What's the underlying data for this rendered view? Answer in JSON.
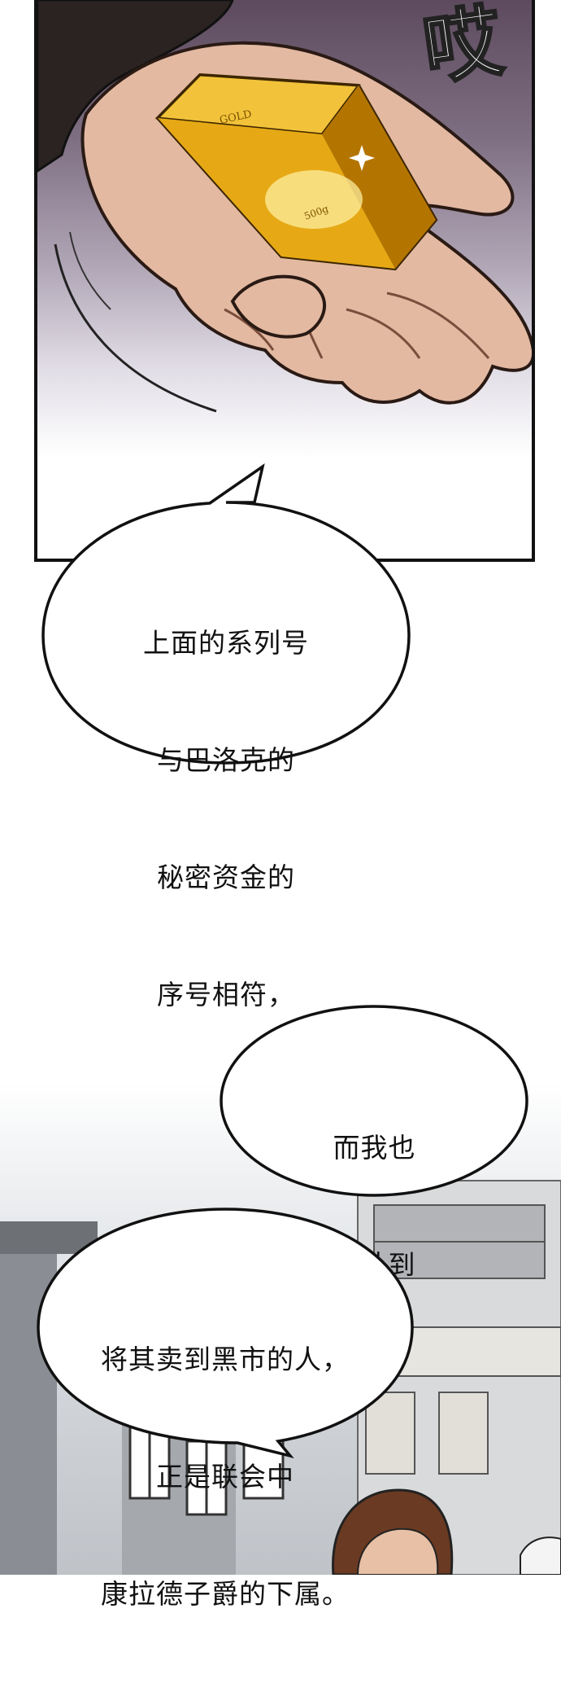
{
  "sfx": {
    "text": "哎"
  },
  "gold_bar": {
    "stamp_top": "GOLD",
    "stamp_weight": "500g"
  },
  "bubbles": [
    {
      "lines": [
        "上面的系列号",
        "与巴洛克的",
        "秘密资金的",
        "序号相符，"
      ]
    },
    {
      "lines": [
        "而我也",
        "确认到"
      ]
    },
    {
      "lines": [
        "将其卖到黑市的人，",
        "正是联会中",
        "康拉德子爵的下属。"
      ]
    }
  ]
}
